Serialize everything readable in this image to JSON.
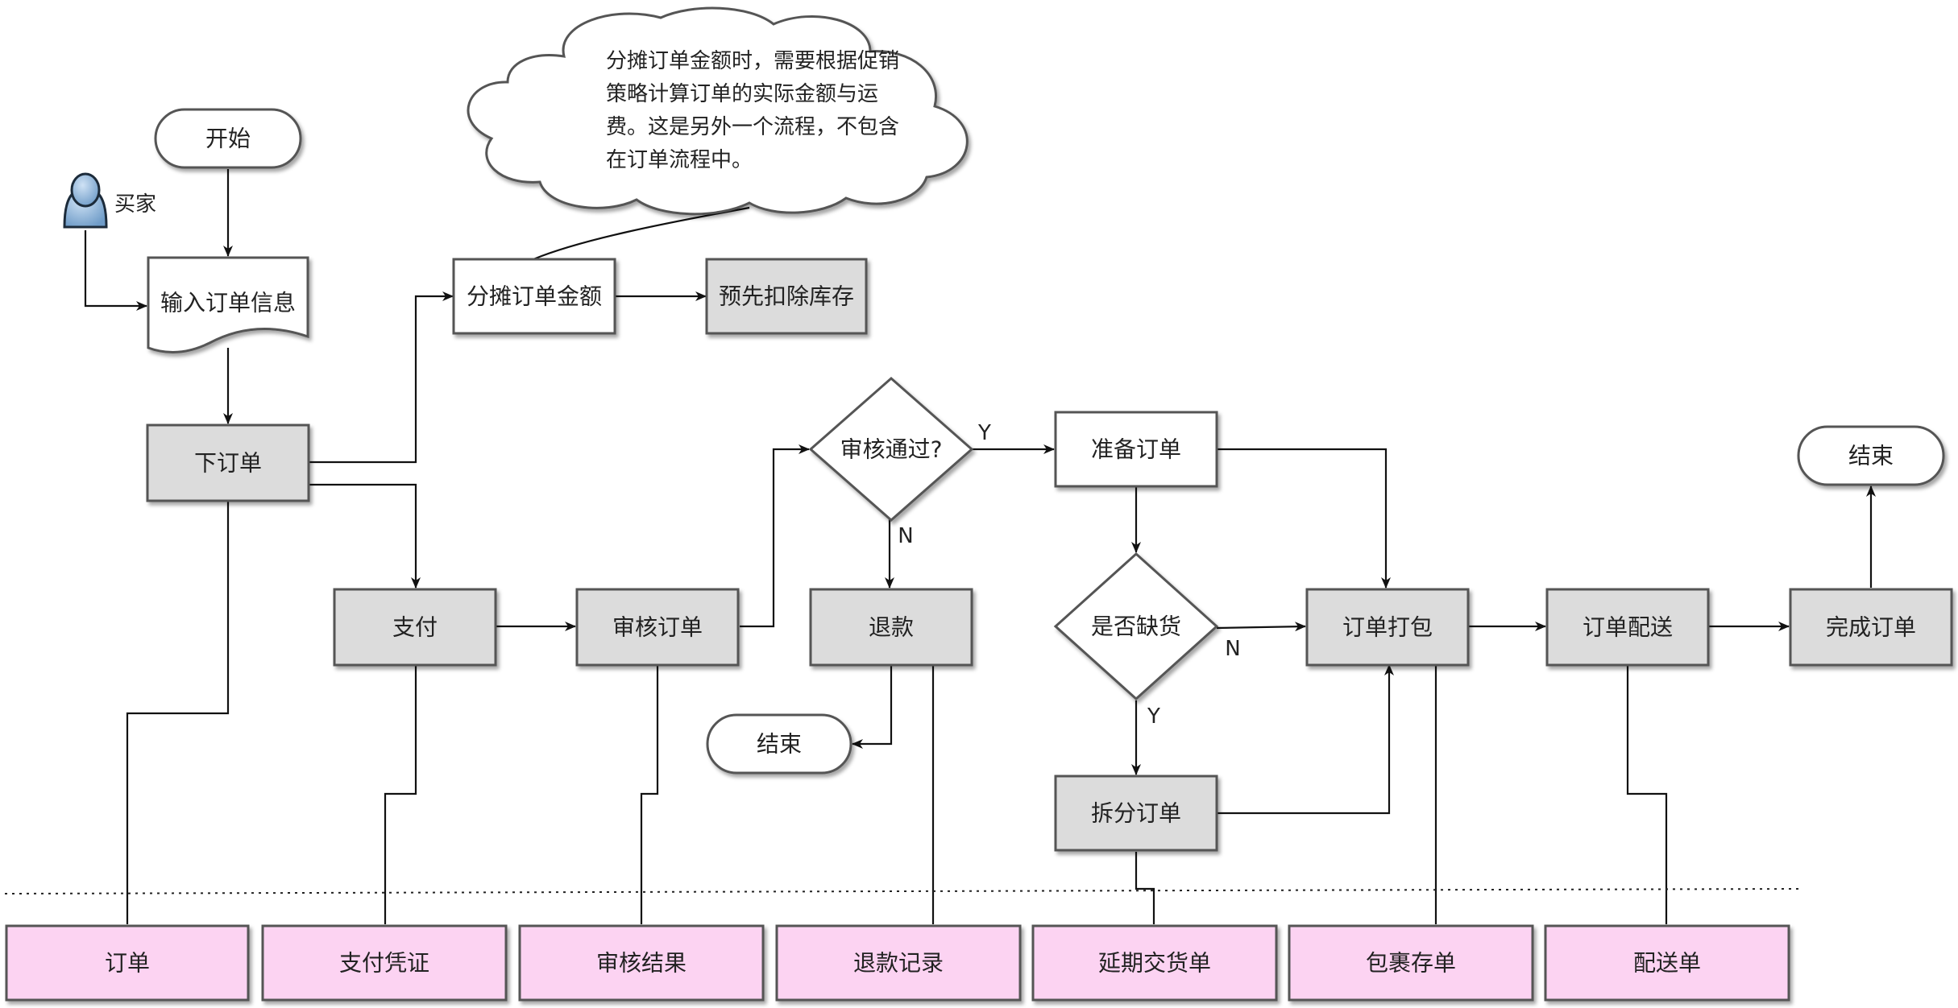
{
  "colors": {
    "gray_fill": "#dcdcdc",
    "white_fill": "#ffffff",
    "pink_fill": "#fcd3f2",
    "stroke": "#555555",
    "line": "#111111",
    "actor_blue": "#8fb6db"
  },
  "nodes": {
    "start": "开始",
    "buyer": "买家",
    "input_order": "输入订单信息",
    "place_order": "下订单",
    "allocate_amount": "分摊订单金额",
    "pre_deduct_stock": "预先扣除库存",
    "pay": "支付",
    "review_order": "审核订单",
    "review_passed": "审核通过?",
    "refund": "退款",
    "end_refund": "结束",
    "prepare_order": "准备订单",
    "out_of_stock": "是否缺货",
    "split_order": "拆分订单",
    "pack_order": "订单打包",
    "deliver_order": "订单配送",
    "complete_order": "完成订单",
    "end_final": "结束"
  },
  "cloud_note": [
    "分摊订单金额时，需要根据促销",
    "策略计算订单的实际金额与运",
    "费。这是另外一个流程，不包含",
    "在订单流程中。"
  ],
  "edge_labels": {
    "review_yes": "Y",
    "review_no": "N",
    "stock_no": "N",
    "stock_yes": "Y"
  },
  "documents": [
    "订单",
    "支付凭证",
    "审核结果",
    "退款记录",
    "延期交货单",
    "包裹存单",
    "配送单"
  ]
}
